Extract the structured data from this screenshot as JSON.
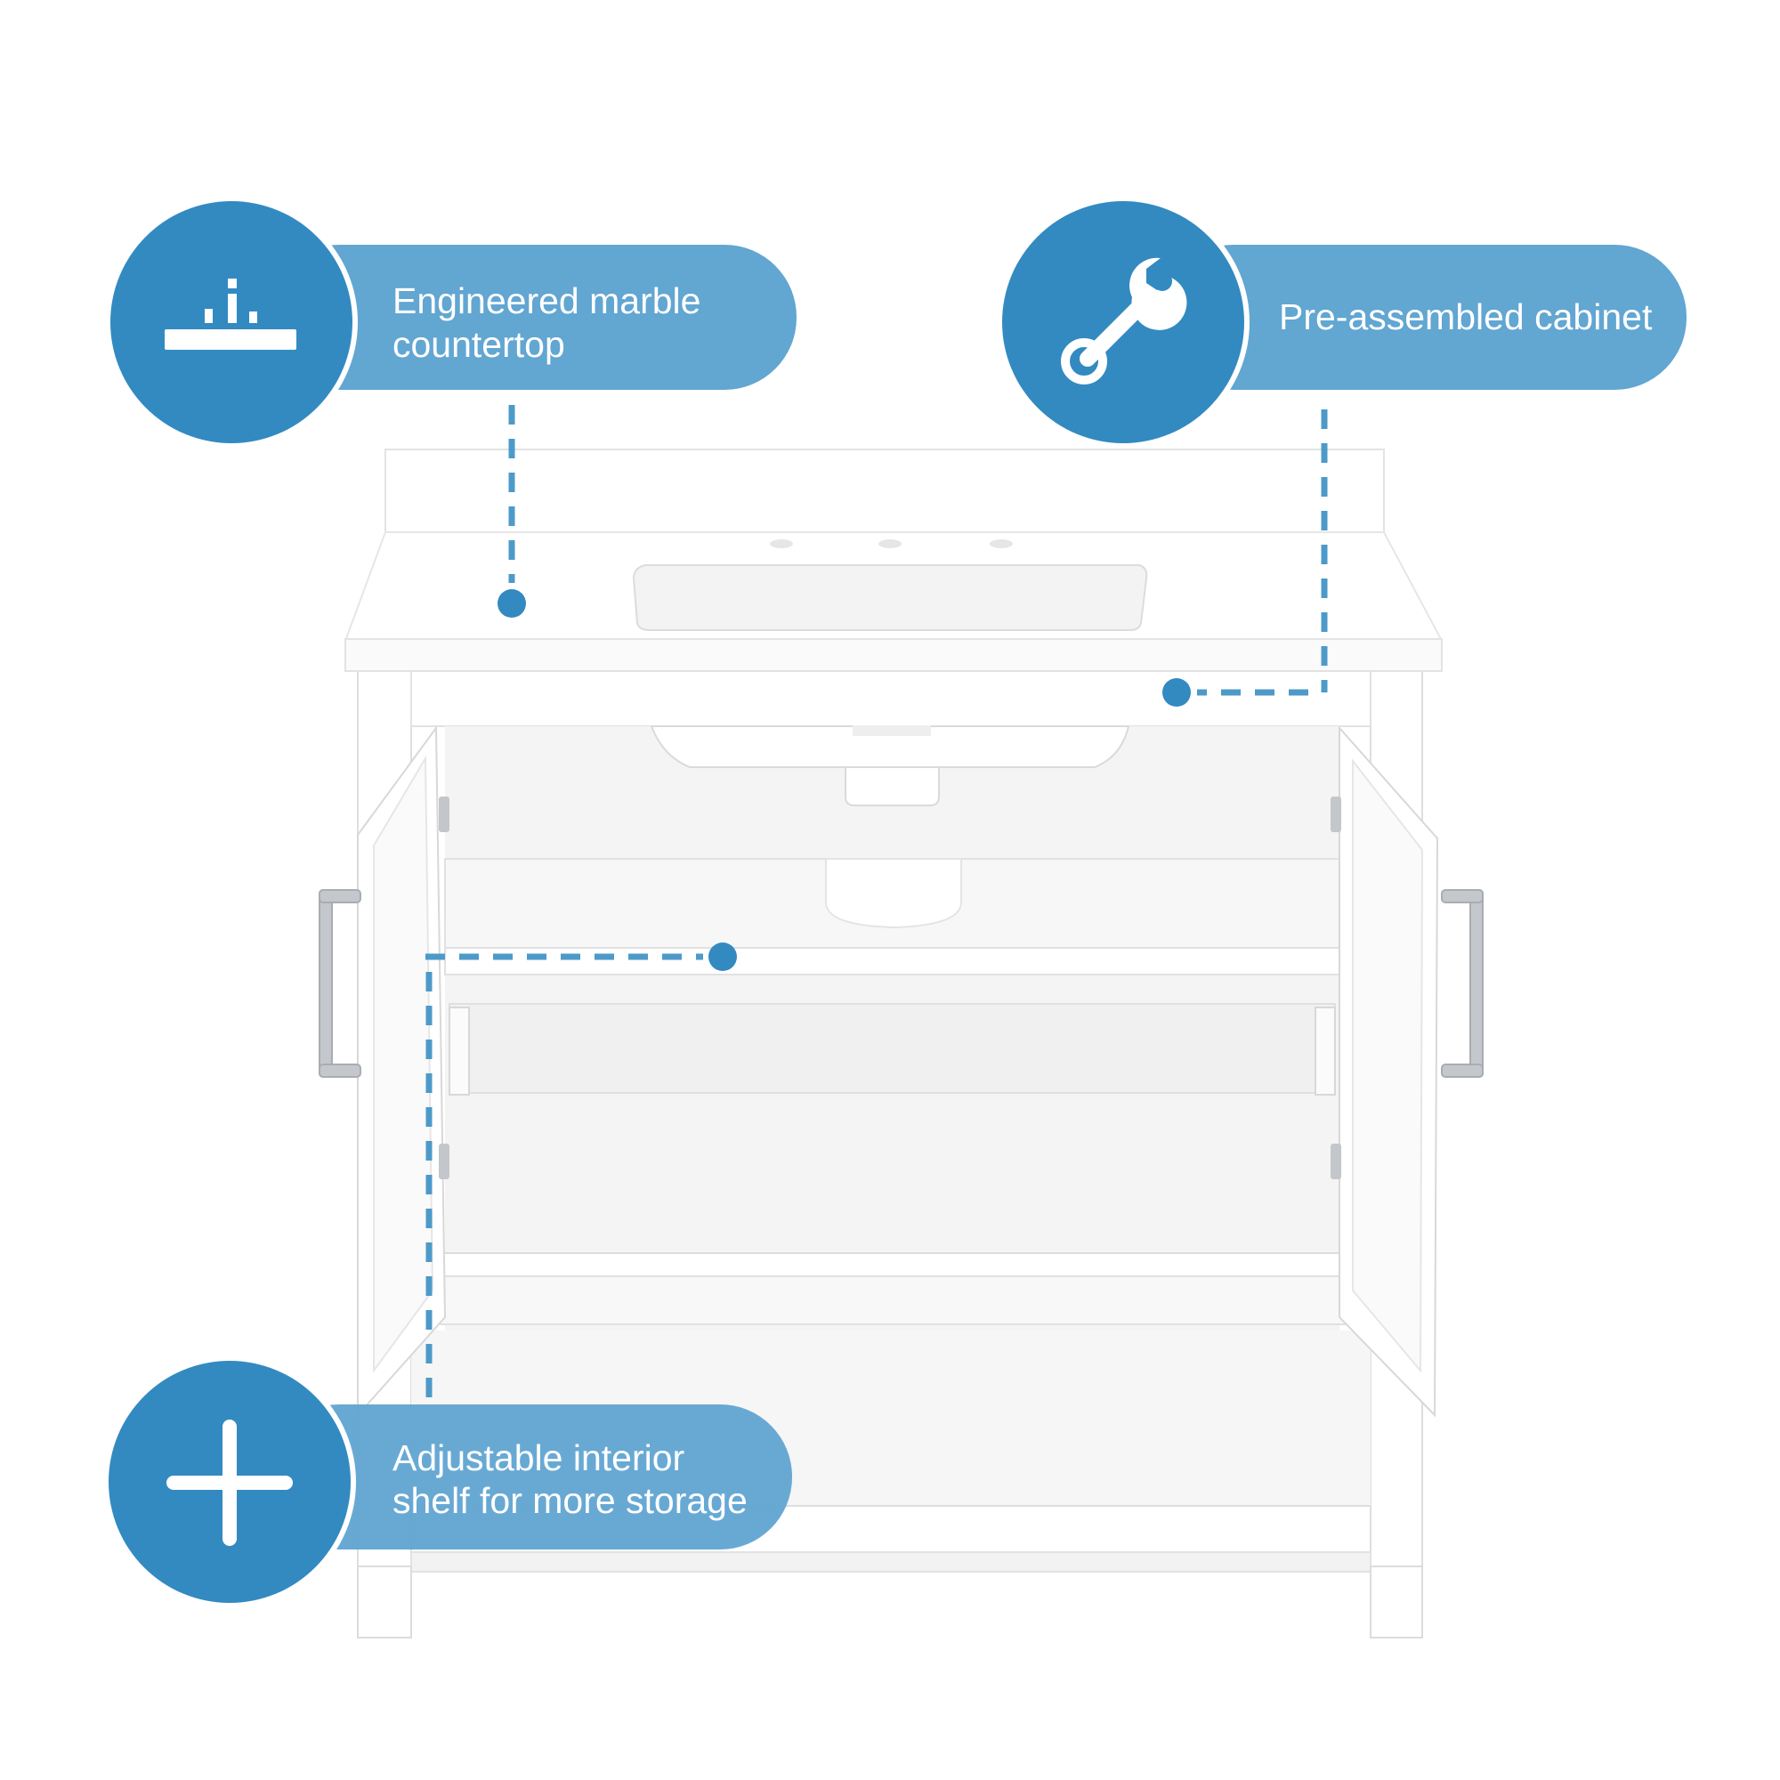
{
  "colors": {
    "circle": "#328ac1",
    "pill": "#62a6d2",
    "guide": "#4d9ac9",
    "cabinet_white": "#ffffff",
    "cabinet_shade": "#eeeeee",
    "cabinet_edge": "#dcdcdc",
    "hardware": "#b9bcc0"
  },
  "product": {
    "image_name": "white-bathroom-vanity-with-open-doors"
  },
  "features": [
    {
      "icon": "countertop-icon",
      "lines": [
        "Engineered marble",
        "countertop"
      ]
    },
    {
      "icon": "wrench-icon",
      "lines": [
        "Pre-assembled cabinet"
      ]
    },
    {
      "icon": "plus-icon",
      "lines": [
        "Adjustable interior",
        "shelf for more storage"
      ]
    }
  ]
}
